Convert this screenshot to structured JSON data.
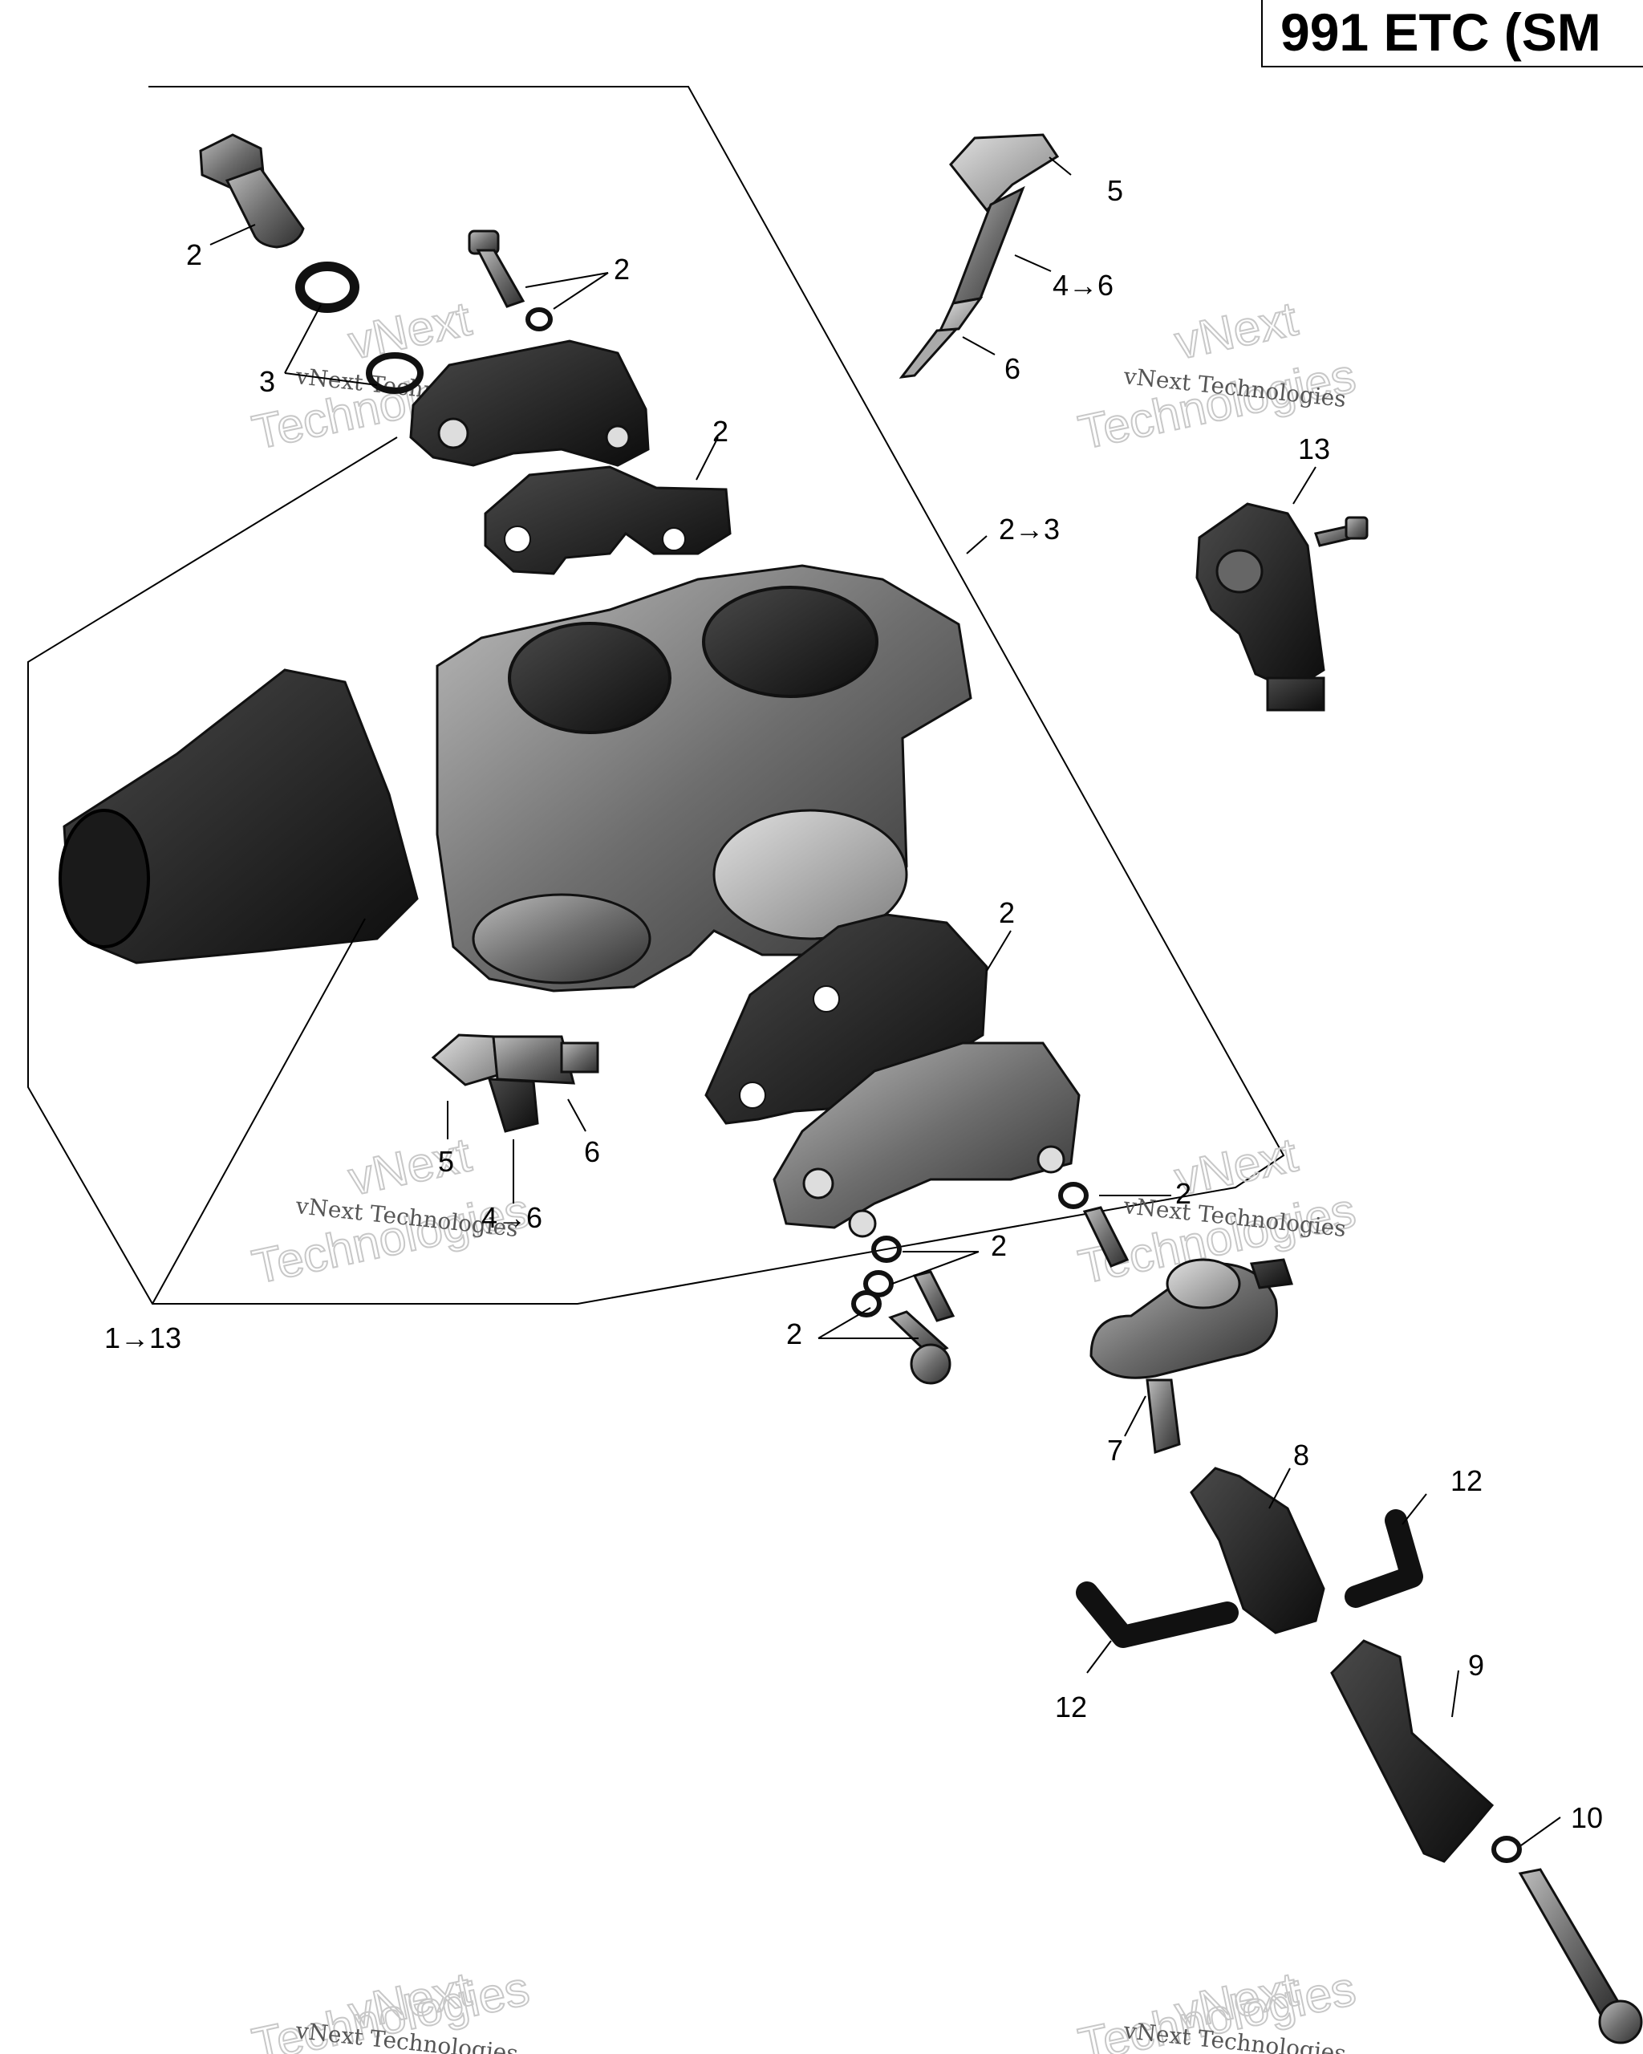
{
  "header": {
    "title": "991 ETC (SM"
  },
  "watermark": {
    "brand": "vNext",
    "company": "vNext Technologies",
    "second_word": "Technologies"
  },
  "callouts": {
    "c1": "2",
    "c2": "2",
    "c3": "3",
    "c4": "2",
    "c5": "2→3",
    "c6": "5",
    "c7": "4→6",
    "c8": "6",
    "c9": "13",
    "c10": "2",
    "c11": "5",
    "c12": "4→6",
    "c13": "6",
    "c14": "2",
    "c15": "2",
    "c16": "2",
    "c17": "1→13",
    "c18": "7",
    "c19": "8",
    "c20": "12",
    "c21": "12",
    "c22": "9",
    "c23": "10"
  },
  "icons": [
    "throttle-body-icon",
    "fuel-injector-icon",
    "fuel-rail-icon",
    "pressure-regulator-icon",
    "sensor-icon",
    "hose-icon",
    "bolt-icon",
    "o-ring-icon",
    "gasket-icon",
    "bracket-icon"
  ]
}
